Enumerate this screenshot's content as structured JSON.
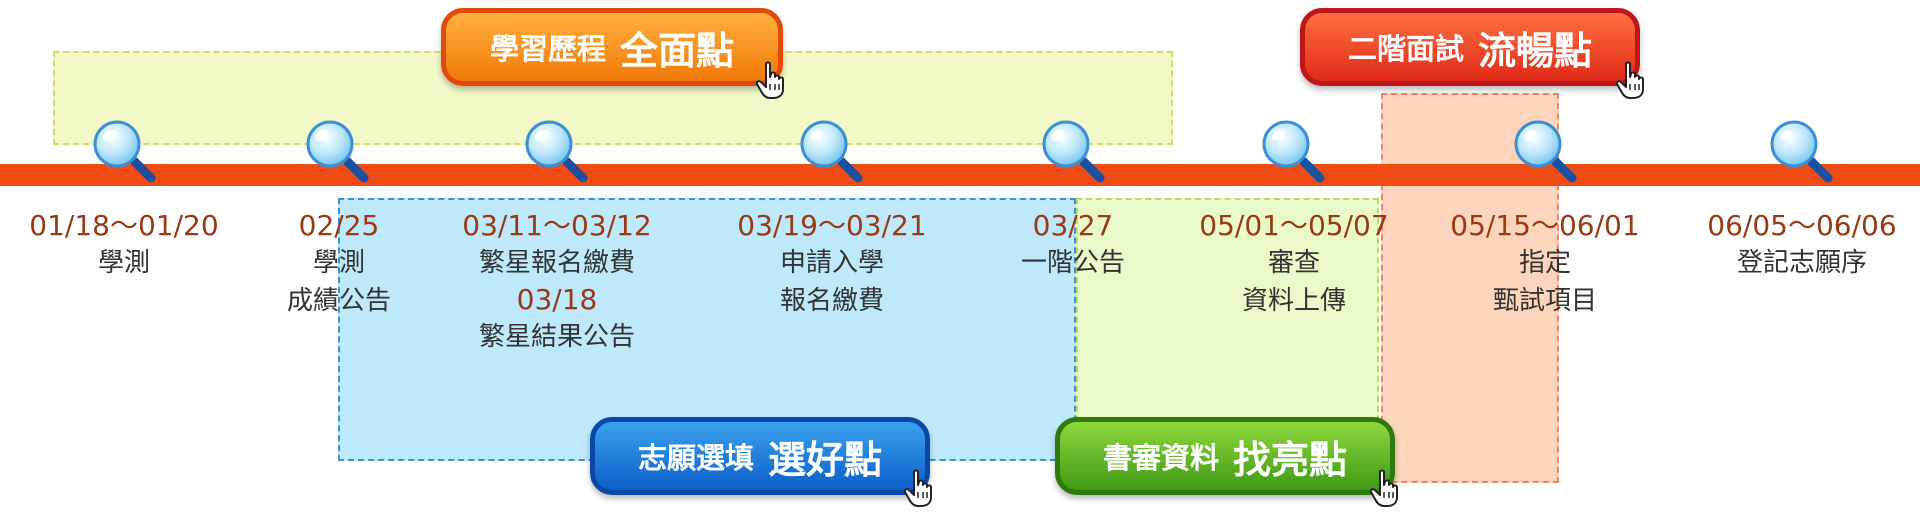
{
  "colors": {
    "timeline": "#f04b14",
    "date_text": "#9a3a14",
    "label_text": "#333333",
    "region_yellow": "#f3f8c7",
    "region_blue": "#bde9fb",
    "region_green": "#eaf9c8",
    "region_peach": "#fcd5bc"
  },
  "buttons": {
    "portfolio": {
      "small": "學習歷程",
      "big": "全面點"
    },
    "interview": {
      "small": "二階面試",
      "big": "流暢點"
    },
    "choices": {
      "small": "志願選填",
      "big": "選好點"
    },
    "documents": {
      "small": "書審資料",
      "big": "找亮點"
    }
  },
  "milestones": [
    {
      "date": "01/18～01/20",
      "label1": "學測"
    },
    {
      "date": "02/25",
      "label1": "學測",
      "label2": "成績公告"
    },
    {
      "date": "03/11～03/12",
      "label1": "繁星報名繳費",
      "date2": "03/18",
      "label2": "繁星結果公告"
    },
    {
      "date": "03/19～03/21",
      "label1": "申請入學",
      "label2": "報名繳費"
    },
    {
      "date": "03/27",
      "label1": "一階公告"
    },
    {
      "date": "05/01～05/07",
      "label1": "審查",
      "label2": "資料上傳"
    },
    {
      "date": "05/15～06/01",
      "label1": "指定",
      "label2": "甄試項目"
    },
    {
      "date": "06/05～06/06",
      "label1": "登記志願序"
    }
  ],
  "icons": {
    "milestone_marker": "magnifier-icon",
    "button_cursor": "hand-pointer-icon"
  }
}
